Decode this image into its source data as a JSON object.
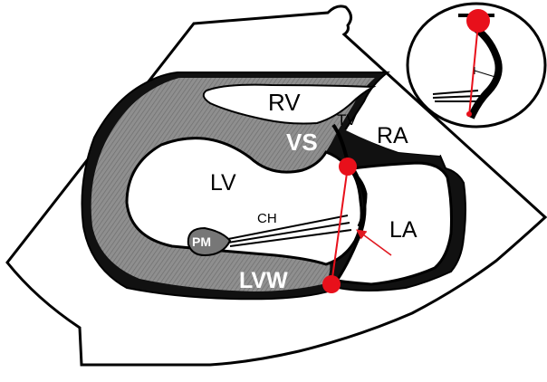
{
  "diagram": {
    "labels": {
      "rv": "RV",
      "ra": "RA",
      "tv": "TV",
      "vs": "VS",
      "lv": "LV",
      "la": "LA",
      "ch": "CH",
      "pm": "PM",
      "lvw": "LVW"
    },
    "colors": {
      "outline": "#000000",
      "background": "#ffffff",
      "fan_fill": "#ffffff",
      "myocardium": "#8c8c8c",
      "marker": "#e8101b",
      "arrow": "#e01820"
    }
  }
}
